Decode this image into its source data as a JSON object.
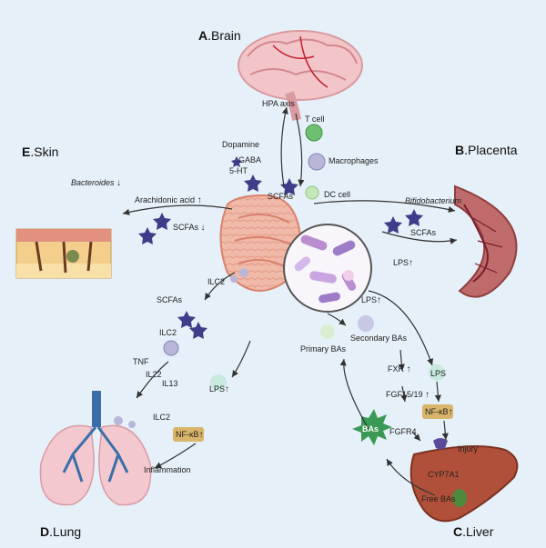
{
  "organs": {
    "brain": {
      "letter": "A",
      "name": ".Brain"
    },
    "placenta": {
      "letter": "B",
      "name": ".Placenta"
    },
    "liver": {
      "letter": "C",
      "name": ".Liver"
    },
    "lung": {
      "letter": "D",
      "name": ".Lung"
    },
    "skin": {
      "letter": "E",
      "name": ".Skin"
    }
  },
  "labels": {
    "hpa_axis": "HPA axis",
    "t_cell": "T cell",
    "dopamine": "Dopamine",
    "gaba": "GABA",
    "five_ht": "5-HT",
    "macrophages": "Macrophages",
    "scfas_brain": "SCFAs",
    "dc_cell": "DC cell",
    "bacteroides": "Bacteroides",
    "arachidonic_acid": "Arachidonic acid",
    "scfas_skin": "SCFAs",
    "bifidobacterium": "Bifidobacterium",
    "scfas_placenta": "SCFAs",
    "lps_placenta": "LPS",
    "ilc2_gut": "ILC2",
    "scfas_lung": "SCFAs",
    "ilc2_mid": "ILC2",
    "tnf": "TNF",
    "il22": "IL22",
    "il13": "IL13",
    "ilc2_lung": "ILC2",
    "lps_lung": "LPS",
    "nfkb_lung": "NF-κB",
    "inflammation": "Inflammation",
    "lps_liver": "LPS",
    "secondary_bas": "Secondary BAs",
    "primary_bas": "Primary BAs",
    "fxr": "FXR",
    "fgf1519": "FGF15/19",
    "fgfr4": "FGFR4",
    "lps_liver2": "LPS",
    "nfkb_liver": "NF-κB",
    "injury": "Injury",
    "bas": "BAs",
    "cyp7a1": "CYP7A1",
    "free_bas": "Free BAs"
  },
  "arrows": {
    "up": "↑",
    "down": "↓"
  },
  "colors": {
    "background": "#e6f0f8",
    "arrow": "#333333",
    "star_purple": "#3e3d8a",
    "bacteria_purple": "#b98fd0",
    "brain_pink": "#f2c6c9",
    "liver_brown": "#b0503a",
    "lung_pink": "#f3c9cf",
    "green_star": "#3a9a55",
    "nfkb_tan": "#d8b56a"
  }
}
